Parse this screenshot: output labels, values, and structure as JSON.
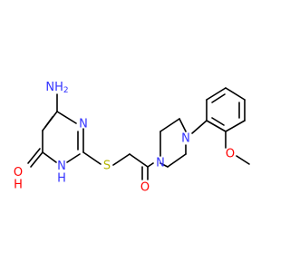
{
  "molecule": {
    "atoms": {
      "nh2": {
        "text": "NH",
        "subscript": "2",
        "color": "#3333ff"
      },
      "n1": {
        "text": "N",
        "color": "#3333ff"
      },
      "nh": {
        "text": "N",
        "suffix": "H",
        "color": "#3333ff"
      },
      "oh": {
        "text": "O",
        "suffix": "H",
        "color": "#ff0000"
      },
      "s": {
        "text": "S",
        "color": "#b3b300"
      },
      "o_carbonyl": {
        "text": "O",
        "color": "#ff0000"
      },
      "n_pip1": {
        "text": "N",
        "color": "#3333ff"
      },
      "n_pip2": {
        "text": "N",
        "color": "#3333ff"
      },
      "o_methoxy": {
        "text": "O",
        "color": "#ff0000"
      }
    },
    "bond_color": "#000000"
  }
}
